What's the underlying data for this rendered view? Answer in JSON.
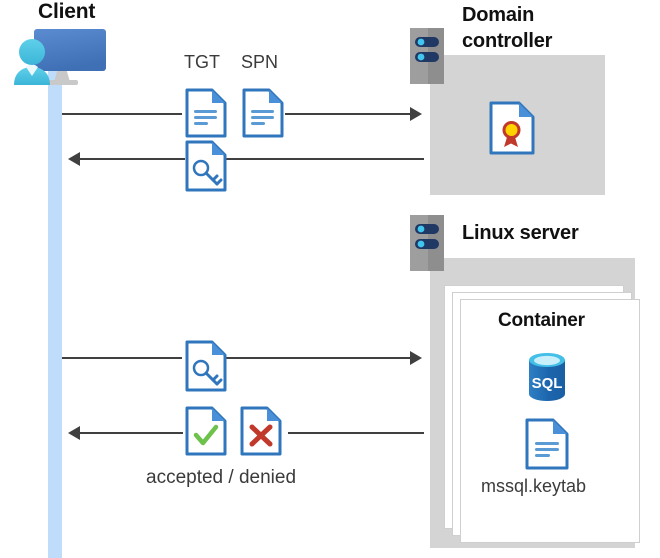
{
  "diagram": {
    "type": "kerberos-authentication-sequence",
    "title_client": "Client",
    "nodes": {
      "client": {
        "label": "Client",
        "icon": "client-computer-user-icon"
      },
      "domain_controller": {
        "label": "Domain controller",
        "icon": "server-rack-icon",
        "contains": "certificate-document-icon"
      },
      "linux_server": {
        "label": "Linux server",
        "icon": "server-rack-icon"
      },
      "container": {
        "label": "Container",
        "items": [
          "sql-database-icon",
          "mssql.keytab"
        ]
      }
    },
    "container_card": {
      "title": "Container",
      "sql_label": "SQL",
      "keytab_label": "mssql.keytab"
    },
    "messages": [
      {
        "id": "m1",
        "direction": "right",
        "from": "client",
        "to": "domain_controller",
        "icons": [
          "document-icon",
          "document-icon"
        ],
        "labels": [
          "TGT",
          "SPN"
        ]
      },
      {
        "id": "m2",
        "direction": "left",
        "from": "domain_controller",
        "to": "client",
        "icons": [
          "key-document-icon"
        ],
        "labels": []
      },
      {
        "id": "m3",
        "direction": "right",
        "from": "client",
        "to": "linux_server",
        "icons": [
          "key-document-icon"
        ],
        "labels": []
      },
      {
        "id": "m4",
        "direction": "left",
        "from": "linux_server",
        "to": "client",
        "icons": [
          "check-document-icon",
          "x-document-icon"
        ],
        "labels": [
          "accepted / denied"
        ]
      }
    ],
    "labels": {
      "tgt": "TGT",
      "spn": "SPN",
      "accepted_denied": "accepted / denied",
      "domain_controller_line1": "Domain",
      "domain_controller_line2": "controller",
      "linux_server": "Linux server"
    },
    "colors": {
      "lifeline": "#bfddfb",
      "panel_gray": "#d4d4d4",
      "doc_blue": "#2f76bd",
      "doc_fold": "#4a90d9",
      "arrow": "#404040",
      "heading": "#111111",
      "text": "#3b3b3b",
      "server_body": "#8e8e8e",
      "server_bar": "#1f3864",
      "server_dot": "#41c6f0",
      "check_green": "#6cc24a",
      "x_red": "#c0392b",
      "cert_gold": "#ffd200",
      "cert_ribbon": "#c0392b",
      "sql_blue": "#1f6cb5",
      "sql_top": "#50c8f0",
      "monitor_blue": "#4a78c0",
      "avatar_cyan": "#46c2e0"
    }
  }
}
